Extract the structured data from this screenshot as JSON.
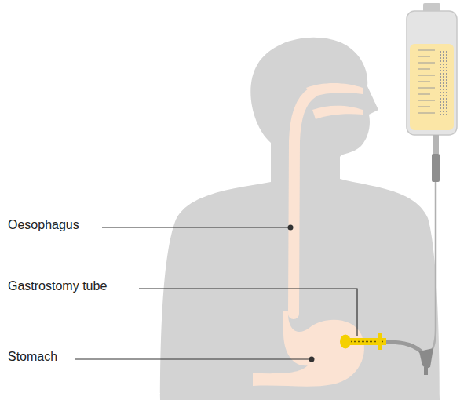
{
  "diagram": {
    "labels": [
      "Oesophagus",
      "Gastrostomy tube",
      "Stomach"
    ]
  }
}
